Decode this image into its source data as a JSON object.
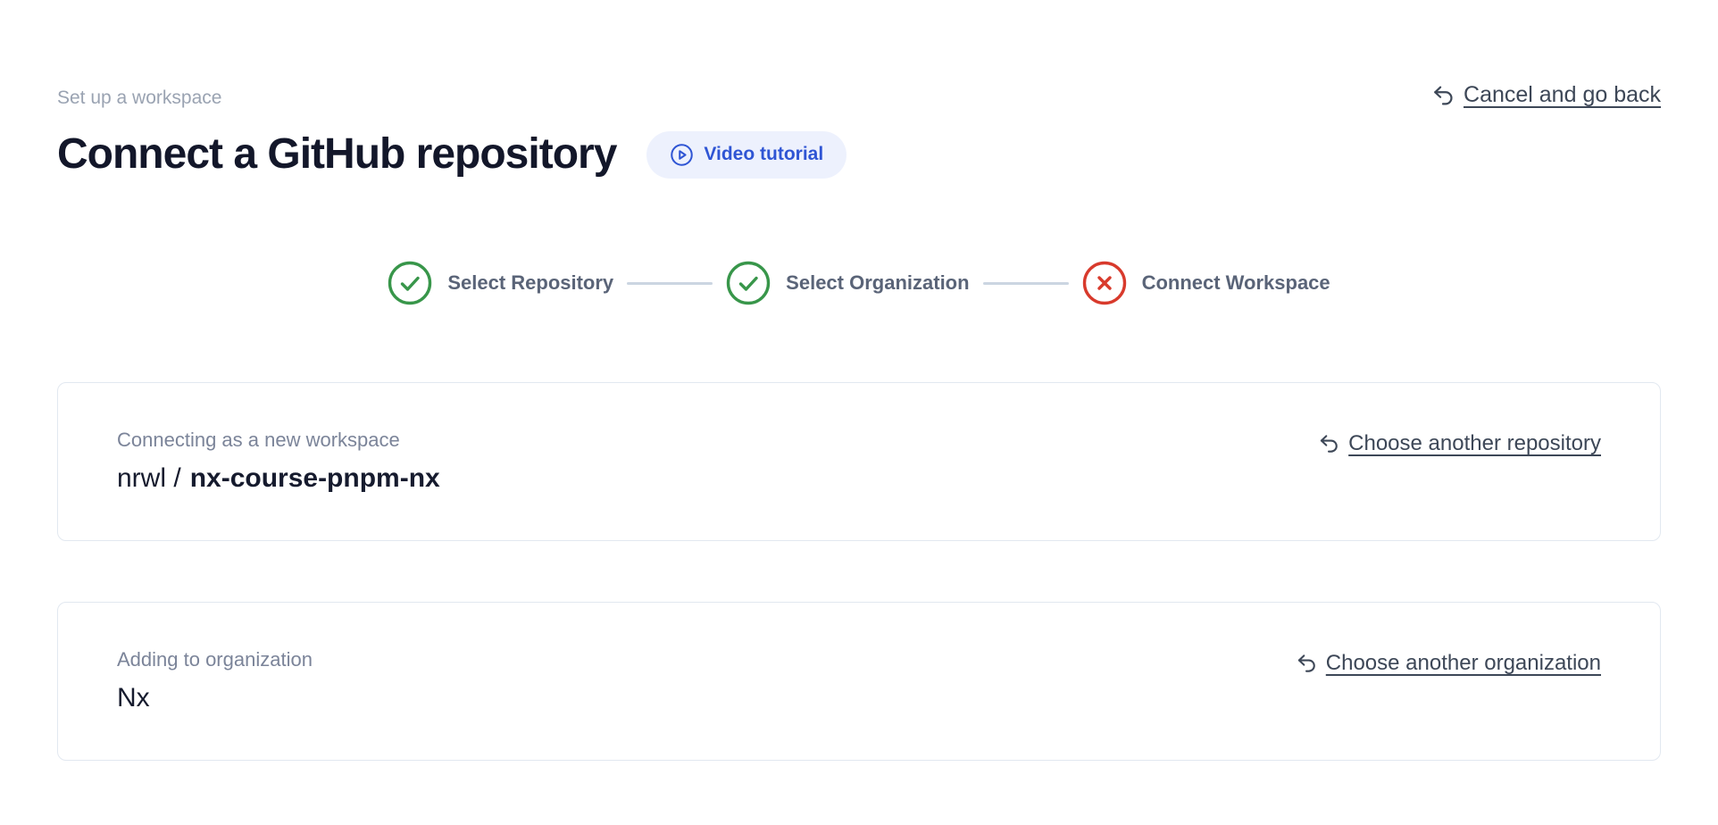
{
  "page": {
    "eyebrow": "Set up a workspace",
    "title": "Connect a GitHub repository",
    "video_tutorial_label": "Video tutorial",
    "cancel_link_label": "Cancel and go back"
  },
  "stepper": {
    "steps": [
      {
        "label": "Select Repository",
        "status": "complete",
        "icon": "check-circle-icon"
      },
      {
        "label": "Select Organization",
        "status": "complete",
        "icon": "check-circle-icon"
      },
      {
        "label": "Connect Workspace",
        "status": "error",
        "icon": "x-circle-icon"
      }
    ]
  },
  "repository_card": {
    "label": "Connecting as a new workspace",
    "owner": "nrwl /",
    "repo": "nx-course-pnpm-nx",
    "action_label": "Choose another repository"
  },
  "organization_card": {
    "label": "Adding to organization",
    "name": "Nx",
    "action_label": "Choose another organization"
  },
  "colors": {
    "title": "#13172a",
    "eyebrow": "#9aa3b2",
    "badge_background": "#edf1fd",
    "badge_text": "#2f55d4",
    "step_label": "#5a6478",
    "step_complete_green": "#38964a",
    "step_error_red": "#d83a2c",
    "connector": "#cbd5e1",
    "card_border": "#e2e8f0",
    "card_label": "#7b8499",
    "card_value": "#161b2e",
    "link": "#3d4757"
  }
}
